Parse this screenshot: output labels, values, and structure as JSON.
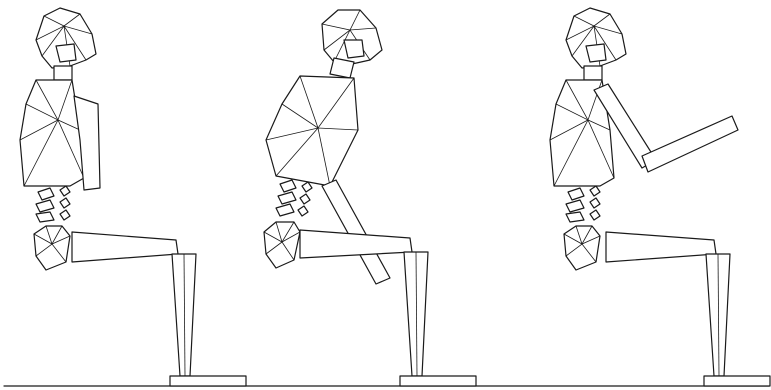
{
  "figure": {
    "panels": [
      {
        "pose": "upright-sitting-arms-down"
      },
      {
        "pose": "trunk-flexed-forward-arm-reaching-down"
      },
      {
        "pose": "upright-sitting-arms-raised-forward"
      }
    ],
    "colors": {
      "line": "#1a1a1a",
      "background": "#ffffff"
    }
  }
}
